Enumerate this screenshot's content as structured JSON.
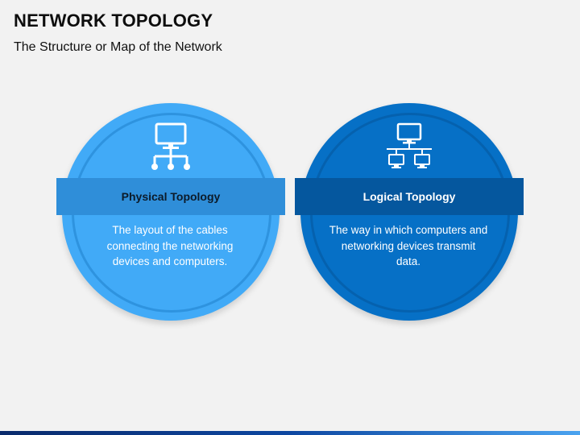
{
  "slide": {
    "title": "NETWORK TOPOLOGY",
    "subtitle": "The Structure or Map of the Network"
  },
  "panels": [
    {
      "id": "physical",
      "label": "Physical Topology",
      "description": "The layout of the cables connecting the networking devices and computers.",
      "icon": "computer-network-tree-icon",
      "color": "#41aaf7"
    },
    {
      "id": "logical",
      "label": "Logical Topology",
      "description": "The way in which computers and networking devices transmit data.",
      "icon": "computer-network-bus-icon",
      "color": "#0670c6"
    }
  ],
  "colors": {
    "background": "#f2f2f2",
    "light_blue": "#41aaf7",
    "light_band": "#2f8ed9",
    "dark_blue": "#0670c6",
    "dark_band": "#05579e"
  }
}
